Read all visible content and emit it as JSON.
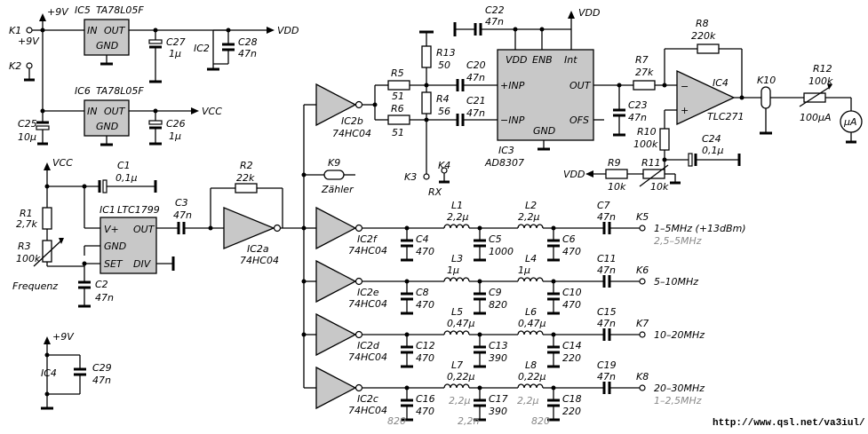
{
  "labels": {
    "p9v_top": "+9V",
    "k1": "K1",
    "p9v_k1": "+9V",
    "k2": "K2",
    "c25": "C25",
    "c25v": "10µ",
    "ic5": "IC5",
    "ic5t": "TA78L05F",
    "ic5in": "IN",
    "ic5out": "OUT",
    "ic5gnd": "GND",
    "ic6": "IC6",
    "ic6t": "TA78L05F",
    "ic6in": "IN",
    "ic6out": "OUT",
    "ic6gnd": "GND",
    "c27": "C27",
    "c27v": "1µ",
    "ic2lbl": "IC2",
    "c28": "C28",
    "c28v": "47n",
    "vdd1": "VDD",
    "c26": "C26",
    "c26v": "1µ",
    "vcc1": "VCC",
    "vcc2": "VCC",
    "c1": "C1",
    "c1v": "0,1µ",
    "r1": "R1",
    "r1v": "2,7k",
    "r3": "R3",
    "r3v": "100k",
    "frequenz": "Frequenz",
    "ic1": "IC1",
    "ic1t": "LTC1799",
    "ic1vp": "V+",
    "ic1out": "OUT",
    "ic1gnd": "GND",
    "ic1set": "SET",
    "ic1div": "DIV",
    "c2": "C2",
    "c2v": "47n",
    "c3": "C3",
    "c3v": "47n",
    "r2": "R2",
    "r2v": "22k",
    "ic2a": "IC2a",
    "ic2at": "74HC04",
    "p9v_ic4": "+9V",
    "ic4lbl": "IC4",
    "c29": "C29",
    "c29v": "47n",
    "ic2b": "IC2b",
    "ic2bt": "74HC04",
    "r5": "R5",
    "r5v": "51",
    "r6": "R6",
    "r6v": "51",
    "r13": "R13",
    "r13v": "50",
    "r4": "R4",
    "r4v": "56",
    "c20": "C20",
    "c20v": "47n",
    "c21": "C21",
    "c21v": "47n",
    "k3": "K3",
    "k4": "K4",
    "rx": "RX",
    "k9": "K9",
    "zahler": "Zähler",
    "c22": "C22",
    "c22v": "47n",
    "vdd2": "VDD",
    "ic3vdd": "VDD",
    "ic3enb": "ENB",
    "ic3int": "Int",
    "ic3pinp": "+INP",
    "ic3minp": "−INP",
    "ic3out": "OUT",
    "ic3ofs": "OFS",
    "ic3gnd": "GND",
    "ic3": "IC3",
    "ic3t": "AD8307",
    "r7": "R7",
    "r7v": "27k",
    "c23": "C23",
    "c23v": "47n",
    "r8": "R8",
    "r8v": "220k",
    "ic4": "IC4",
    "ic4t": "TLC271",
    "k10": "K10",
    "r12": "R12",
    "r12v": "100k",
    "ua": "100µA",
    "meter": "µA",
    "r10": "R10",
    "r10v": "100k",
    "c24": "C24",
    "c24v": "0,1µ",
    "vdd3": "VDD",
    "r9": "R9",
    "r9v": "10k",
    "r11": "R11",
    "r11v": "10k",
    "ic2f": "IC2f",
    "ic2ft": "74HC04",
    "c4": "C4",
    "c4v": "470",
    "l1": "L1",
    "l1v": "2,2µ",
    "c5": "C5",
    "c5v": "1000",
    "l2": "L2",
    "l2v": "2,2µ",
    "c6": "C6",
    "c6v": "470",
    "c7": "C7",
    "c7v": "47n",
    "k5": "K5",
    "band1": "1–5MHz (+13dBm)",
    "band1b": "2,5–5MHz",
    "ic2e": "IC2e",
    "ic2et": "74HC04",
    "c8": "C8",
    "c8v": "470",
    "l3": "L3",
    "l3v": "1µ",
    "c9": "C9",
    "c9v": "820",
    "l4": "L4",
    "l4v": "1µ",
    "c10": "C10",
    "c10v": "470",
    "c11": "C11",
    "c11v": "47n",
    "k6": "K6",
    "band2": "5–10MHz",
    "ic2d": "IC2d",
    "ic2dt": "74HC04",
    "c12": "C12",
    "c12v": "470",
    "l5": "L5",
    "l5v": "0,47µ",
    "c13": "C13",
    "c13v": "390",
    "l6": "L6",
    "l6v": "0,47µ",
    "c14": "C14",
    "c14v": "220",
    "c15": "C15",
    "c15v": "47n",
    "k7": "K7",
    "band3": "10–20MHz",
    "ic2c": "IC2c",
    "ic2ct": "74HC04",
    "c16": "C16",
    "c16v": "470",
    "l7": "L7",
    "l7v": "0,22µ",
    "c17": "C17",
    "c17v": "390",
    "l8": "L8",
    "l8v": "0,22µ",
    "c18": "C18",
    "c18v": "220",
    "c19": "C19",
    "c19v": "47n",
    "k8": "K8",
    "band4": "20–30MHz",
    "band4b": "1–2,5MHz",
    "g820a": "820",
    "g22u": "2,2µ",
    "g22n": "2,2n",
    "g820b": "820",
    "g22u2": "2,2µ",
    "url": "http://www.qsl.net/va3iul/"
  }
}
